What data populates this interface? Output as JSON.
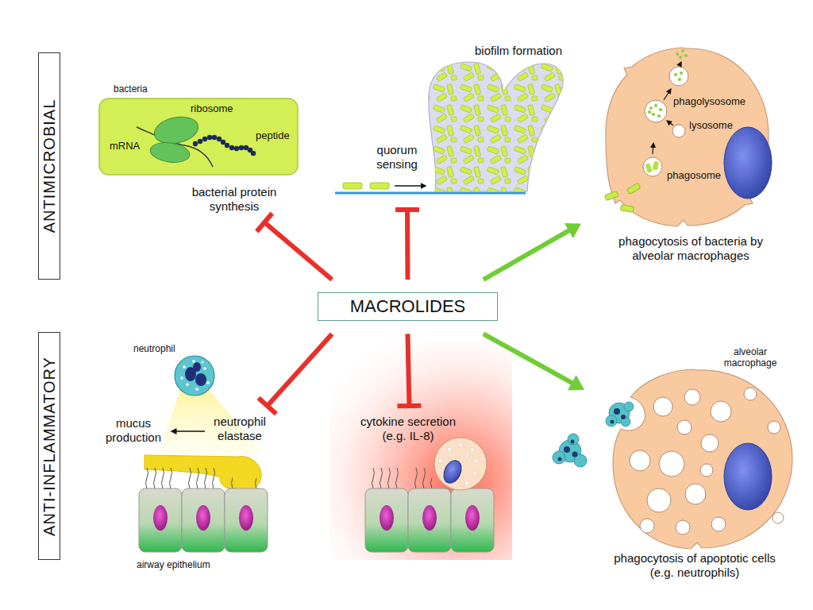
{
  "diagram": {
    "nodes": [
      {
        "text": [
          "ANTIMICROBIAL"
        ]
      },
      {
        "text": [
          "bacteria",
          "bacterial protein synthesis"
        ]
      },
      {
        "text": [
          "biofilm formation",
          "quorum sensing"
        ]
      },
      {
        "text": [
          "phagocytosis of bacteria by alveolar macrophages"
        ]
      },
      {
        "text": [
          "MACROLIDES"
        ]
      },
      {
        "text": [
          "ANTI-INFLAMMATORY"
        ]
      },
      {
        "text": [
          "neutrophil elastase"
        ]
      },
      {
        "text": [
          "cytokine secretion (e.g. IL-8)"
        ]
      },
      {
        "text": [
          "alveolar macrophage",
          "phagocytosis of apoptotic cells (e.g. neutrophils)"
        ]
      }
    ],
    "edges": [
      {
        "from": 4,
        "to": 1,
        "arrow": "to"
      },
      {
        "from": 4,
        "to": 2,
        "arrow": "to"
      },
      {
        "from": 4,
        "to": 3,
        "arrow": "to"
      },
      {
        "from": 4,
        "to": 6,
        "arrow": "to"
      },
      {
        "from": 4,
        "to": 7,
        "arrow": "to"
      },
      {
        "from": 4,
        "to": 8,
        "arrow": "to"
      }
    ],
    "labels": [
      "ribosome",
      "mRNA",
      "peptide",
      "phagolysosome",
      "lysosome",
      "phagosome",
      "neutrophil",
      "mucus production",
      "airway epithelium"
    ]
  }
}
